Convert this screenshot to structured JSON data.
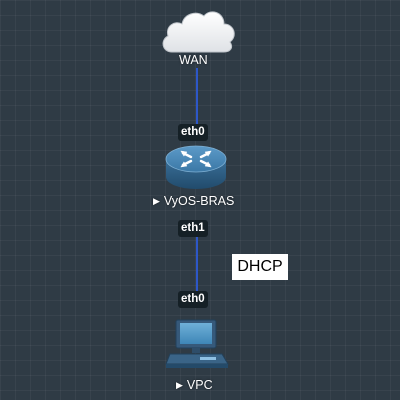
{
  "topology": {
    "nodes": {
      "wan": {
        "label": "WAN",
        "icon": "cloud-icon"
      },
      "router": {
        "label": "VyOS-BRAS",
        "icon": "router-icon"
      },
      "vpc": {
        "label": "VPC",
        "icon": "computer-icon"
      }
    },
    "ports": {
      "router_top": "eth0",
      "router_bottom": "eth1",
      "vpc_top": "eth0"
    },
    "annotation": "DHCP"
  },
  "colors": {
    "canvas_bg": "#2f3b45",
    "link": "#2d57c8",
    "port_bg": "#152026",
    "router_body": "#3e7fae"
  }
}
